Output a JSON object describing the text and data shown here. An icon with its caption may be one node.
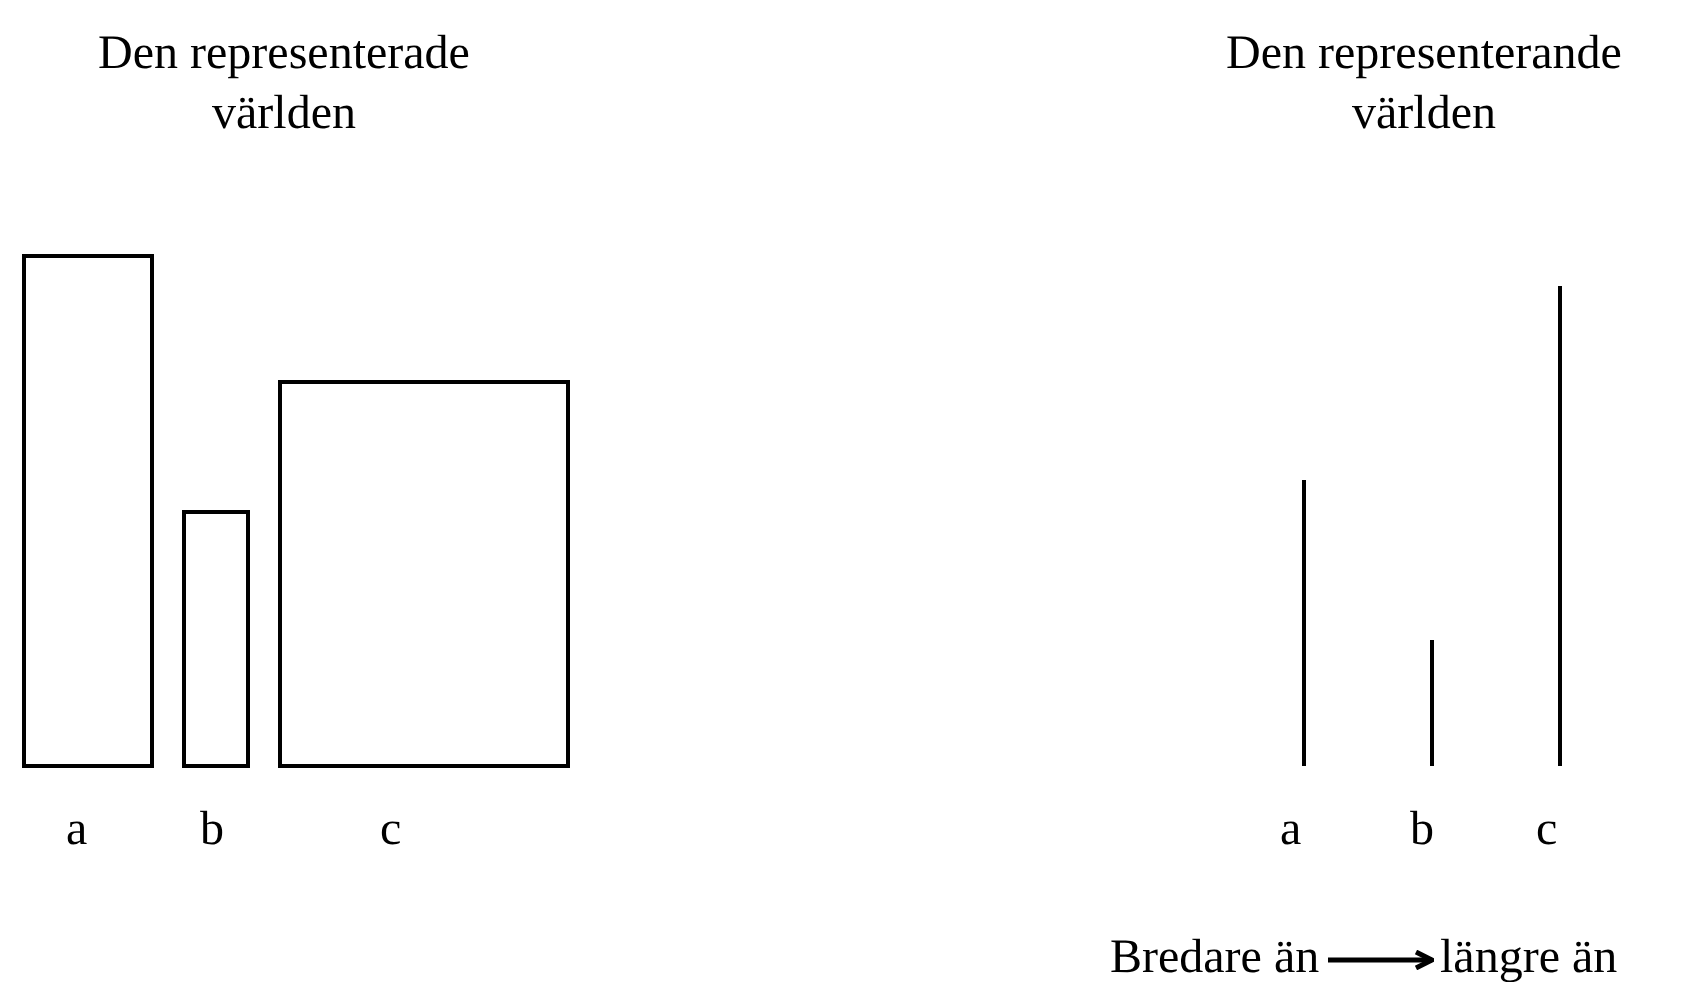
{
  "diagram": {
    "nodes": [
      {
        "text": [
          "Bredare än"
        ]
      },
      {
        "text": [
          "längre än"
        ]
      }
    ],
    "edges": [
      {
        "from": 0,
        "to": 1,
        "arrow": "to"
      }
    ],
    "labels": [
      "Den representerade världen",
      "Den representerande världen",
      "a",
      "b",
      "c",
      "a",
      "b",
      "c"
    ]
  }
}
